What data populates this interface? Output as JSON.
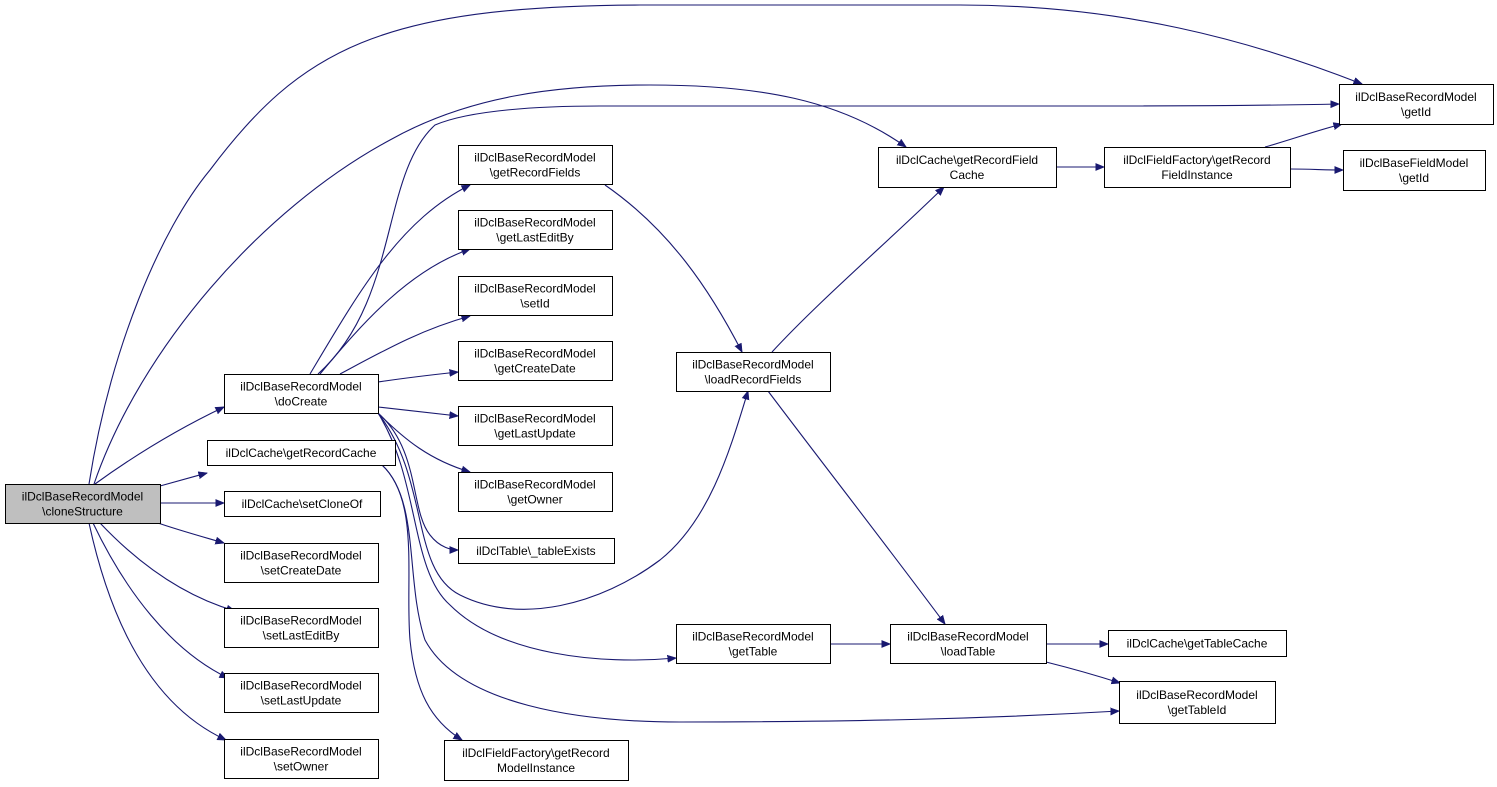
{
  "diagram": {
    "colors": {
      "edge": "#191970",
      "node_fill": "#ffffff",
      "root_fill": "#bfbfbf",
      "node_border": "#000000"
    },
    "nodes": [
      {
        "id": "cloneStructure",
        "lines": [
          "ilDclBaseRecordModel",
          "\\cloneStructure"
        ],
        "root": true
      },
      {
        "id": "doCreate",
        "lines": [
          "ilDclBaseRecordModel",
          "\\doCreate"
        ]
      },
      {
        "id": "getRecordCache",
        "lines": [
          "ilDclCache\\getRecordCache"
        ]
      },
      {
        "id": "setCloneOf",
        "lines": [
          "ilDclCache\\setCloneOf"
        ]
      },
      {
        "id": "setCreateDate",
        "lines": [
          "ilDclBaseRecordModel",
          "\\setCreateDate"
        ]
      },
      {
        "id": "setLastEditBy",
        "lines": [
          "ilDclBaseRecordModel",
          "\\setLastEditBy"
        ]
      },
      {
        "id": "setLastUpdate",
        "lines": [
          "ilDclBaseRecordModel",
          "\\setLastUpdate"
        ]
      },
      {
        "id": "setOwner",
        "lines": [
          "ilDclBaseRecordModel",
          "\\setOwner"
        ]
      },
      {
        "id": "getRecordFields",
        "lines": [
          "ilDclBaseRecordModel",
          "\\getRecordFields"
        ]
      },
      {
        "id": "getLastEditBy",
        "lines": [
          "ilDclBaseRecordModel",
          "\\getLastEditBy"
        ]
      },
      {
        "id": "setId",
        "lines": [
          "ilDclBaseRecordModel",
          "\\setId"
        ]
      },
      {
        "id": "getCreateDate",
        "lines": [
          "ilDclBaseRecordModel",
          "\\getCreateDate"
        ]
      },
      {
        "id": "getLastUpdate",
        "lines": [
          "ilDclBaseRecordModel",
          "\\getLastUpdate"
        ]
      },
      {
        "id": "getOwner",
        "lines": [
          "ilDclBaseRecordModel",
          "\\getOwner"
        ]
      },
      {
        "id": "tableExists",
        "lines": [
          "ilDclTable\\_tableExists"
        ]
      },
      {
        "id": "getRecordModelInstance",
        "lines": [
          "ilDclFieldFactory\\getRecord",
          "ModelInstance"
        ]
      },
      {
        "id": "loadRecordFields",
        "lines": [
          "ilDclBaseRecordModel",
          "\\loadRecordFields"
        ]
      },
      {
        "id": "getTable",
        "lines": [
          "ilDclBaseRecordModel",
          "\\getTable"
        ]
      },
      {
        "id": "getRecordFieldCache",
        "lines": [
          "ilDclCache\\getRecordField",
          "Cache"
        ]
      },
      {
        "id": "loadTable",
        "lines": [
          "ilDclBaseRecordModel",
          "\\loadTable"
        ]
      },
      {
        "id": "getRecordFieldInstance",
        "lines": [
          "ilDclFieldFactory\\getRecord",
          "FieldInstance"
        ]
      },
      {
        "id": "recordGetId",
        "lines": [
          "ilDclBaseRecordModel",
          "\\getId"
        ]
      },
      {
        "id": "fieldGetId",
        "lines": [
          "ilDclBaseFieldModel",
          "\\getId"
        ]
      },
      {
        "id": "getTableCache",
        "lines": [
          "ilDclCache\\getTableCache"
        ]
      },
      {
        "id": "getTableId",
        "lines": [
          "ilDclBaseRecordModel",
          "\\getTableId"
        ]
      }
    ],
    "edges": [
      {
        "from": "cloneStructure",
        "to": "doCreate"
      },
      {
        "from": "cloneStructure",
        "to": "getRecordCache"
      },
      {
        "from": "cloneStructure",
        "to": "setCloneOf"
      },
      {
        "from": "cloneStructure",
        "to": "setCreateDate"
      },
      {
        "from": "cloneStructure",
        "to": "setLastEditBy"
      },
      {
        "from": "cloneStructure",
        "to": "setLastUpdate"
      },
      {
        "from": "cloneStructure",
        "to": "setOwner"
      },
      {
        "from": "cloneStructure",
        "to": "recordGetId"
      },
      {
        "from": "cloneStructure",
        "to": "getRecordFieldCache"
      },
      {
        "from": "doCreate",
        "to": "getRecordFields"
      },
      {
        "from": "doCreate",
        "to": "getLastEditBy"
      },
      {
        "from": "doCreate",
        "to": "setId"
      },
      {
        "from": "doCreate",
        "to": "getCreateDate"
      },
      {
        "from": "doCreate",
        "to": "getLastUpdate"
      },
      {
        "from": "doCreate",
        "to": "getOwner"
      },
      {
        "from": "doCreate",
        "to": "tableExists"
      },
      {
        "from": "doCreate",
        "to": "loadRecordFields"
      },
      {
        "from": "doCreate",
        "to": "getTable"
      },
      {
        "from": "doCreate",
        "to": "recordGetId"
      },
      {
        "from": "getRecordCache",
        "to": "getRecordModelInstance"
      },
      {
        "from": "getRecordCache",
        "to": "getTableId"
      },
      {
        "from": "getRecordFields",
        "to": "loadRecordFields"
      },
      {
        "from": "loadRecordFields",
        "to": "getRecordFieldCache"
      },
      {
        "from": "loadRecordFields",
        "to": "loadTable"
      },
      {
        "from": "getTable",
        "to": "loadTable"
      },
      {
        "from": "getRecordFieldCache",
        "to": "getRecordFieldInstance"
      },
      {
        "from": "getRecordFieldInstance",
        "to": "recordGetId"
      },
      {
        "from": "getRecordFieldInstance",
        "to": "fieldGetId"
      },
      {
        "from": "loadTable",
        "to": "getTableCache"
      },
      {
        "from": "loadTable",
        "to": "getTableId"
      }
    ]
  }
}
